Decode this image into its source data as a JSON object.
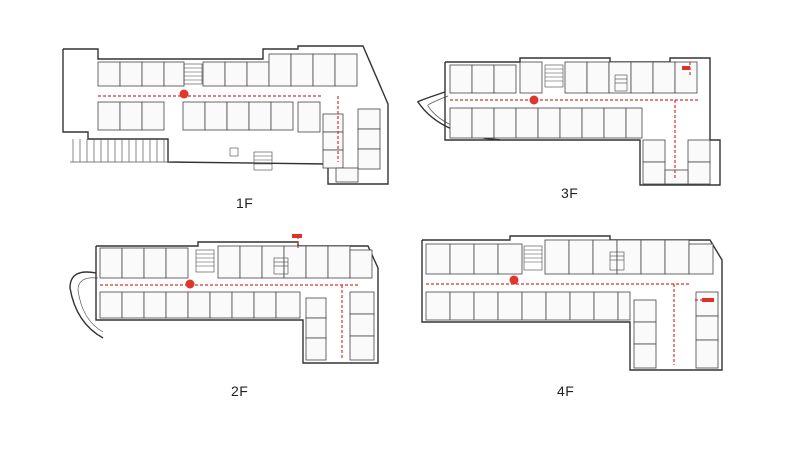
{
  "floors": [
    {
      "id": "1f",
      "label": "1F"
    },
    {
      "id": "2f",
      "label": "2F"
    },
    {
      "id": "3f",
      "label": "3F"
    },
    {
      "id": "4f",
      "label": "4F"
    }
  ],
  "colors": {
    "wall": "#333333",
    "route": "#d9342b",
    "marker": "#e0362c"
  }
}
